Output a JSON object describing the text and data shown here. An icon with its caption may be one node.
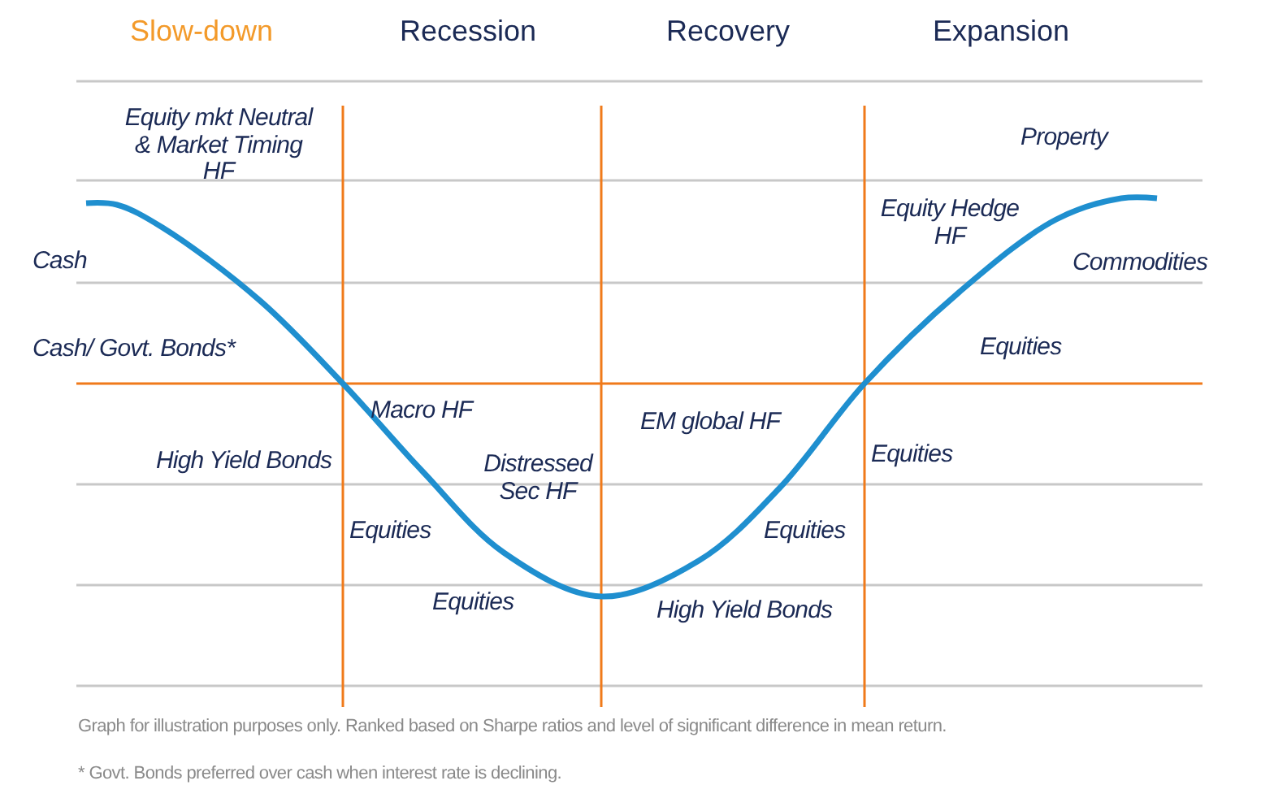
{
  "diagram": {
    "labels": [
      "Slow-down",
      "Recession",
      "Recovery",
      "Expansion",
      "Equity mkt Neutral & Market Timing HF",
      "Property",
      "Equity Hedge HF",
      "Cash",
      "Commodities",
      "Cash/ Govt. Bonds*",
      "Equities",
      "Macro HF",
      "EM global HF",
      "High Yield Bonds",
      "Distressed Sec HF",
      "Equities",
      "Equities",
      "Equities",
      "Equities",
      "High Yield Bonds",
      "Graph for illustration purposes only. Ranked based on Sharpe ratios and level of significant difference in mean return.",
      "* Govt. Bonds preferred over cash when interest rate is declining."
    ]
  }
}
